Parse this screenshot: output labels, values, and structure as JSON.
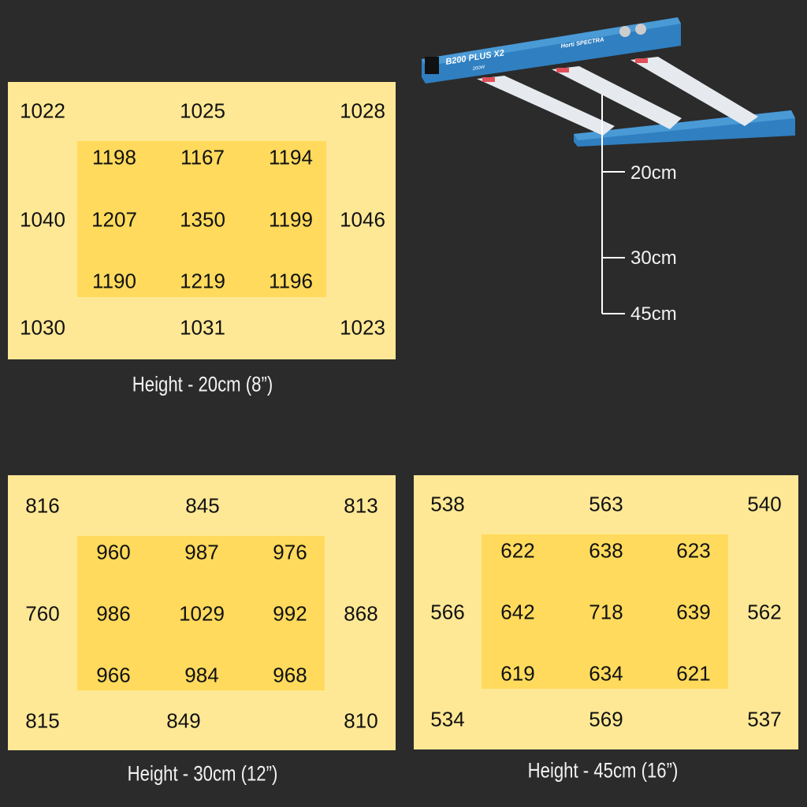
{
  "fixture": {
    "model": "B200 PLUS X2",
    "wattage": "200W",
    "brand": "Horti SPECTRA",
    "colors": {
      "housing": "#2f7fc1",
      "led_bar": "#dfe5ea"
    }
  },
  "scale": {
    "labels": [
      "20cm",
      "30cm",
      "45cm"
    ]
  },
  "colors": {
    "background": "#2b2b2b",
    "outer": "#ffe895",
    "inner": "#ffda5c"
  },
  "chart_data": [
    {
      "type": "heatmap",
      "title": "Height - 20cm (8”)",
      "outer": {
        "top": [
          1022,
          1025,
          1028
        ],
        "middle": [
          1040,
          1046
        ],
        "bottom": [
          1030,
          1031,
          1023
        ]
      },
      "inner": [
        [
          1198,
          1167,
          1194
        ],
        [
          1207,
          1350,
          1199
        ],
        [
          1190,
          1219,
          1196
        ]
      ]
    },
    {
      "type": "heatmap",
      "title": "Height - 30cm (12”)",
      "outer": {
        "top": [
          816,
          845,
          813
        ],
        "middle": [
          760,
          868
        ],
        "bottom": [
          815,
          849,
          810
        ]
      },
      "inner": [
        [
          960,
          987,
          976
        ],
        [
          986,
          1029,
          992
        ],
        [
          966,
          984,
          968
        ]
      ]
    },
    {
      "type": "heatmap",
      "title": "Height - 45cm (16”)",
      "outer": {
        "top": [
          538,
          563,
          540
        ],
        "middle": [
          566,
          562
        ],
        "bottom": [
          534,
          569,
          537
        ]
      },
      "inner": [
        [
          622,
          638,
          623
        ],
        [
          642,
          718,
          639
        ],
        [
          619,
          634,
          621
        ]
      ]
    }
  ]
}
